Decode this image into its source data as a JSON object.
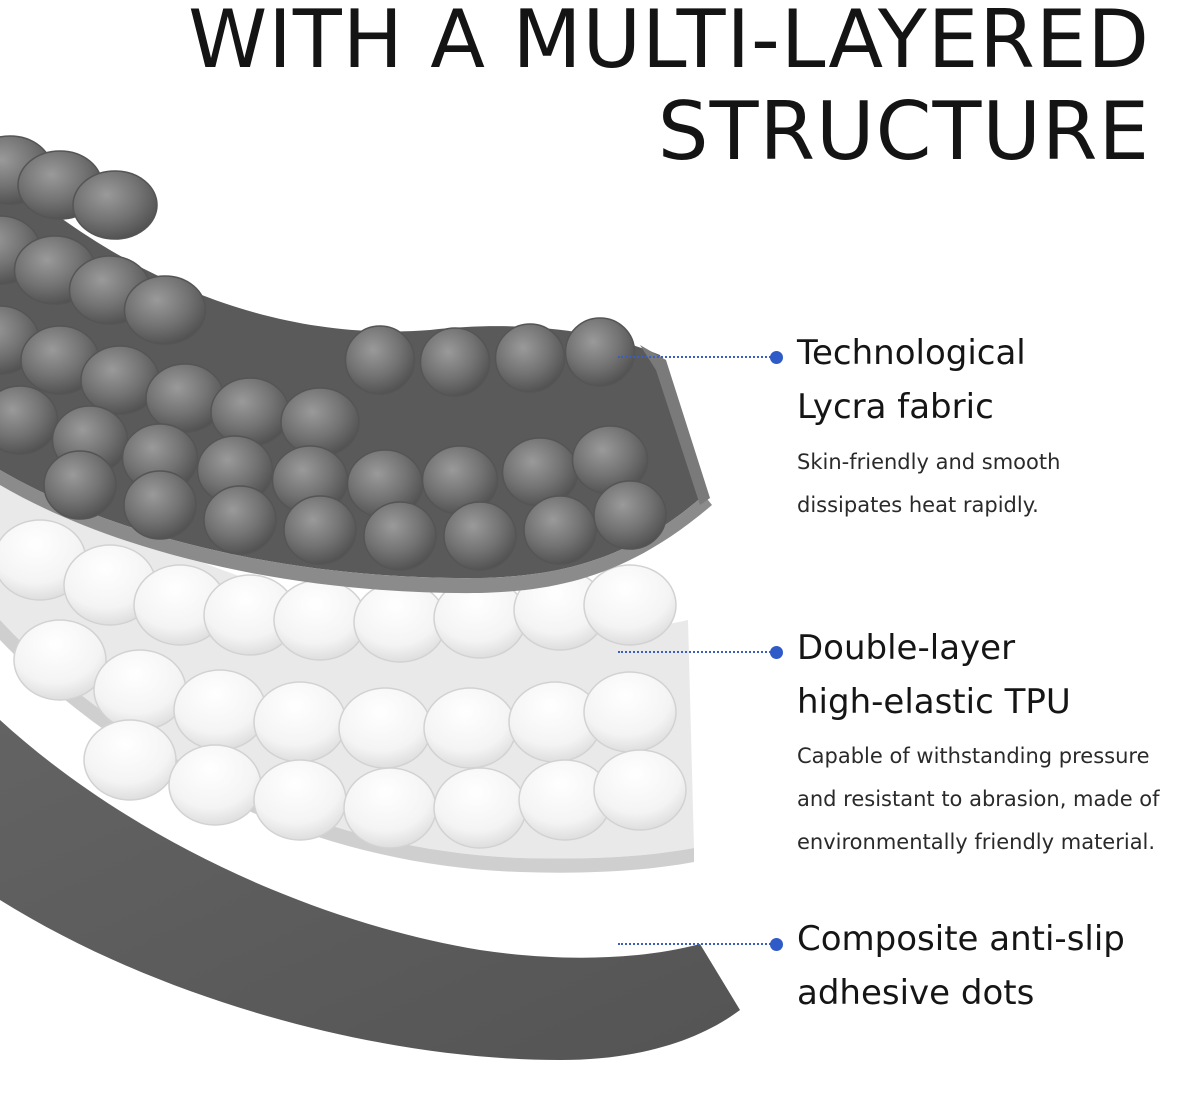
{
  "headline": {
    "line1": "WITH A MULTI-LAYERED",
    "line2": "STRUCTURE"
  },
  "callouts": [
    {
      "title_line1": "Technological",
      "title_line2": "Lycra fabric",
      "desc_line1": "Skin-friendly and smooth",
      "desc_line2": "dissipates heat rapidly."
    },
    {
      "title_line1": "Double-layer",
      "title_line2": "high-elastic TPU",
      "desc_line1": "Capable of withstanding pressure",
      "desc_line2": "and resistant to abrasion, made of",
      "desc_line3": "environmentally friendly material."
    },
    {
      "title_line1": "Composite anti-slip",
      "title_line2": "adhesive dots"
    }
  ],
  "colors": {
    "accent_dot": "#2f5bc9",
    "fabric_gray": "#6e6e6e",
    "tpu_white": "#f3f3f3",
    "base_gray": "#5c5c5c"
  },
  "illustration": {
    "layers": [
      "lycra-fabric-layer",
      "tpu-layer",
      "anti-slip-base-layer"
    ]
  }
}
